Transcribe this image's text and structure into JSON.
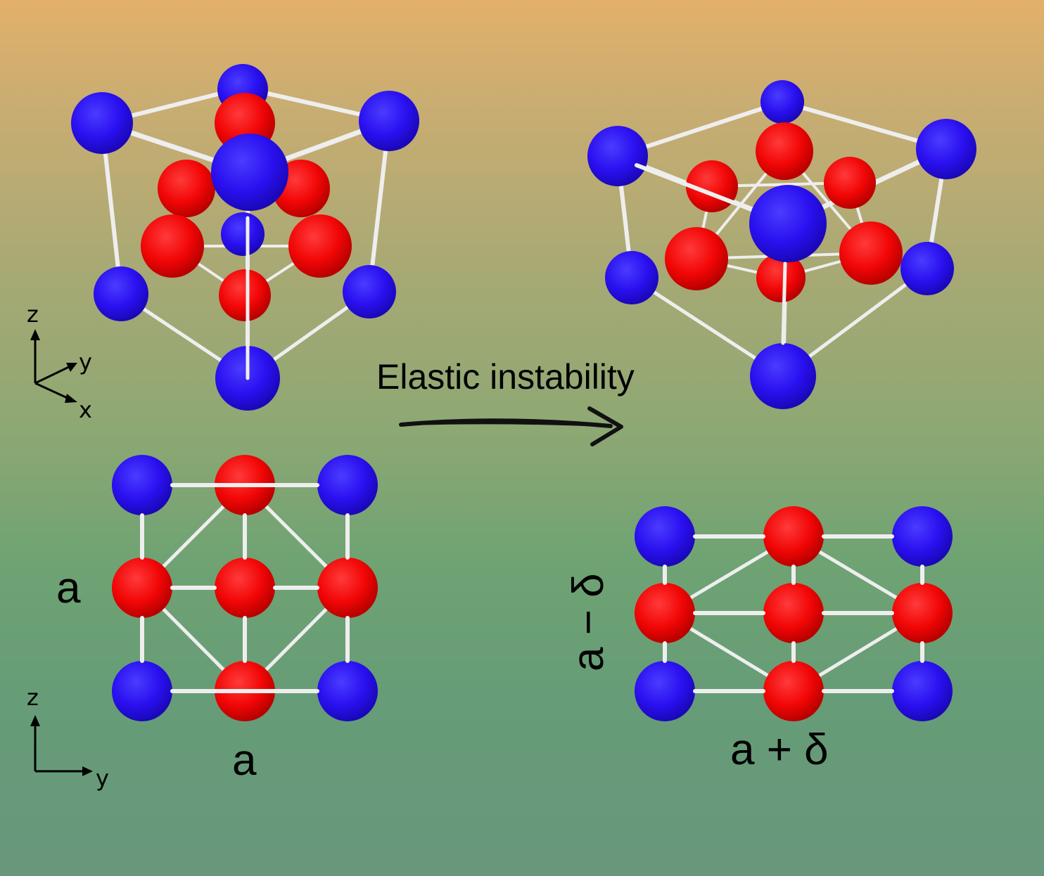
{
  "colors": {
    "atom_blue": "#2a14f0",
    "atom_red": "#ff0a0a",
    "bond": "#eeeeee",
    "arrow": "#111111"
  },
  "transition": {
    "label": "Elastic instability"
  },
  "axes_3d": {
    "z": "z",
    "y": "y",
    "x": "x"
  },
  "axes_2d": {
    "z": "z",
    "y": "y"
  },
  "cubic_projection": {
    "side_label": "a",
    "bottom_label": "a"
  },
  "tetragonal_projection": {
    "side_label": "a − δ",
    "bottom_label": "a + δ"
  }
}
